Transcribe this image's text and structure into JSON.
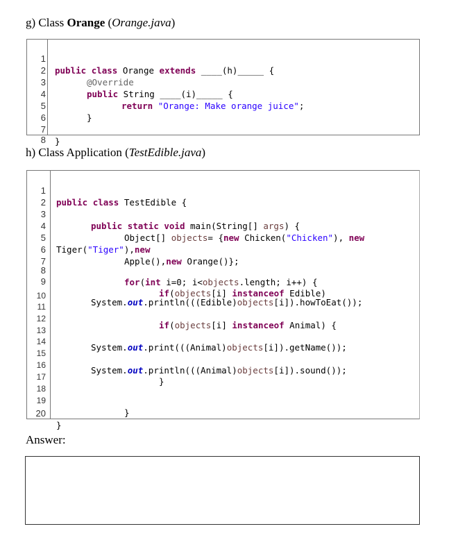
{
  "section_g": {
    "prefix": "g) Class ",
    "class_name": "Orange",
    "open": " (",
    "file": "Orange.java",
    "close": ")"
  },
  "orange_code": {
    "line_numbers": [
      "1",
      "2",
      "3",
      "4",
      "5",
      "6",
      "7",
      "8"
    ],
    "l1_kw1": "public",
    "l1_kw2": "class",
    "l1_name": " Orange ",
    "l1_kw3": "extends",
    "l1_blank": " ____(h)_____ {",
    "l2_ann": "@Override",
    "l3_kw": "public",
    "l3_rest": " String ____(i)_____ {",
    "l4_kw": "return",
    "l4_str": "\"Orange: Make orange juice\"",
    "l4_end": ";",
    "l5": "}",
    "l7": "}"
  },
  "section_h": {
    "prefix": "h) Class Application (",
    "file": "TestEdible.java",
    "close": ")"
  },
  "test_code": {
    "line_numbers": [
      "1",
      "2",
      "3",
      "4",
      "5",
      "6",
      "7",
      "8",
      "9",
      "10",
      "11",
      "12",
      "13",
      "14",
      "15",
      "16",
      "17",
      "18",
      "19",
      "20"
    ],
    "l1_kw1": "public",
    "l1_kw2": "class",
    "l1_rest": " TestEdible {",
    "l3_kw1": "public",
    "l3_kw2": "static",
    "l3_kw3": "void",
    "l3_a": " main(String[] ",
    "l3_var": "args",
    "l3_b": ") {",
    "l4_a": "Object[] ",
    "l4_var": "objects",
    "l4_b": "= {",
    "l4_kw": "new",
    "l4_c": " Chicken(",
    "l4_str": "\"Chicken\"",
    "l4_d": "), ",
    "l4_kw2": "new",
    "l5_a": "Tiger(",
    "l5_str": "\"Tiger\"",
    "l5_b": "),",
    "l5_kw": "new",
    "l6_a": "Apple(),",
    "l6_kw": "new",
    "l6_b": " Orange()};",
    "l8_kw": "for",
    "l8_a": "(",
    "l8_kw2": "int",
    "l8_b": " i=0; i<",
    "l8_var": "objects",
    "l8_c": ".length; i++) {",
    "l9_kw": "if",
    "l9_a": "(",
    "l9_var": "objects",
    "l9_b": "[i] ",
    "l9_kw2": "instanceof",
    "l9_c": " Edible)",
    "l10_a": "System.",
    "l10_fld": "out",
    "l10_b": ".println(((Edible)",
    "l10_var": "objects",
    "l10_c": "[i]).howToEat());",
    "l12_kw": "if",
    "l12_a": "(",
    "l12_var": "objects",
    "l12_b": "[i] ",
    "l12_kw2": "instanceof",
    "l12_c": " Animal) {",
    "l14_a": "System.",
    "l14_fld": "out",
    "l14_b": ".print(((Animal)",
    "l14_var": "objects",
    "l14_c": "[i]).getName());",
    "l16_a": "System.",
    "l16_fld": "out",
    "l16_b": ".println(((Animal)",
    "l16_var": "objects",
    "l16_c": "[i]).sound());",
    "l17": "}",
    "l19": "}",
    "l20": "}"
  },
  "answer_label": "Answer:"
}
